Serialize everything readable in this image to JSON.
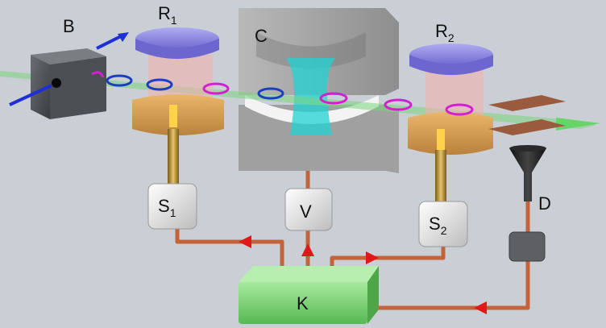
{
  "labels": {
    "B": "B",
    "R1": {
      "main": "R",
      "sub": "1"
    },
    "C": "C",
    "R2": {
      "main": "R",
      "sub": "2"
    },
    "S1": {
      "main": "S",
      "sub": "1"
    },
    "V": "V",
    "S2": {
      "main": "S",
      "sub": "2"
    },
    "D": "D",
    "K": "K"
  },
  "colors": {
    "background": "#c9cfd4",
    "atom_beam": "#7ad37a",
    "ring_blue": "#1c3fbf",
    "ring_magenta": "#d21fd2",
    "mirror_gray": "#a9a9a9",
    "cavity_mode": "#22d3d3",
    "wire": "#c4623a",
    "controller": "#7ed37a",
    "ramsey_zone_top": "#8b84e0",
    "ramsey_zone_bottom": "#d7a055",
    "source_box": "#eeeeee"
  }
}
